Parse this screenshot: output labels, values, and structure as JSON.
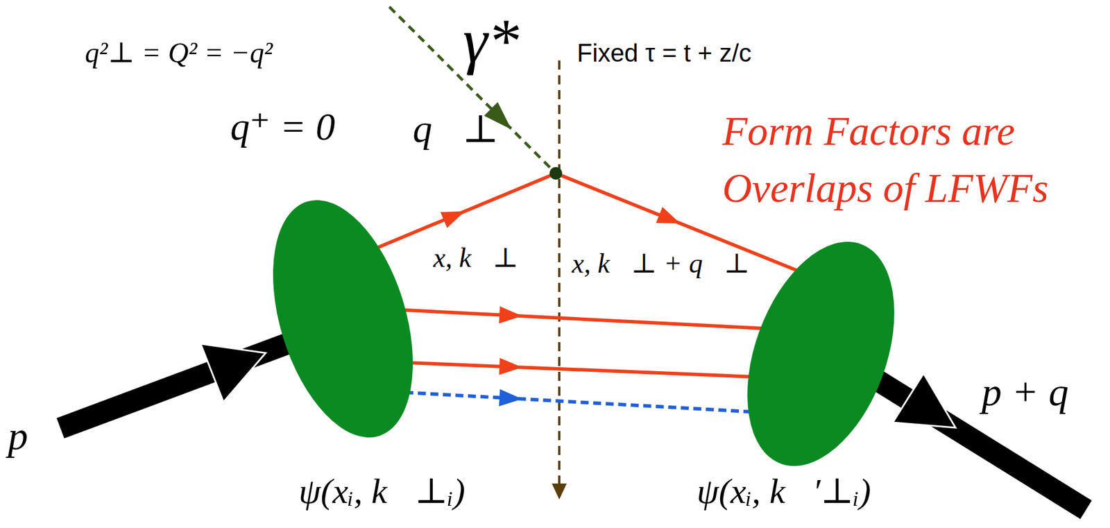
{
  "diagram": {
    "nodes": [
      {
        "text": [
          "ψ(xᵢ, k⃗⊥ᵢ)"
        ]
      },
      {
        "text": [
          "ψ(xᵢ, k⃗′⊥ᵢ)"
        ]
      }
    ],
    "edges": [
      {
        "from": 0,
        "to": 1,
        "arrow": "to"
      },
      {
        "from": 0,
        "to": 1,
        "arrow": "to"
      },
      {
        "from": 0,
        "to": 1,
        "arrow": "to"
      },
      {
        "from": 0,
        "to": 1,
        "arrow": "to"
      }
    ],
    "labels": [
      "q²⊥ = Q² = −q²",
      "γ*",
      "Fixed τ = t + z/c",
      "q⁺ = 0",
      "q⃗⊥",
      "Form Factors are Overlaps of LFWFs",
      "x, k⃗⊥",
      "x, k⃗⊥ + q⃗⊥",
      "p",
      "p + q"
    ]
  }
}
